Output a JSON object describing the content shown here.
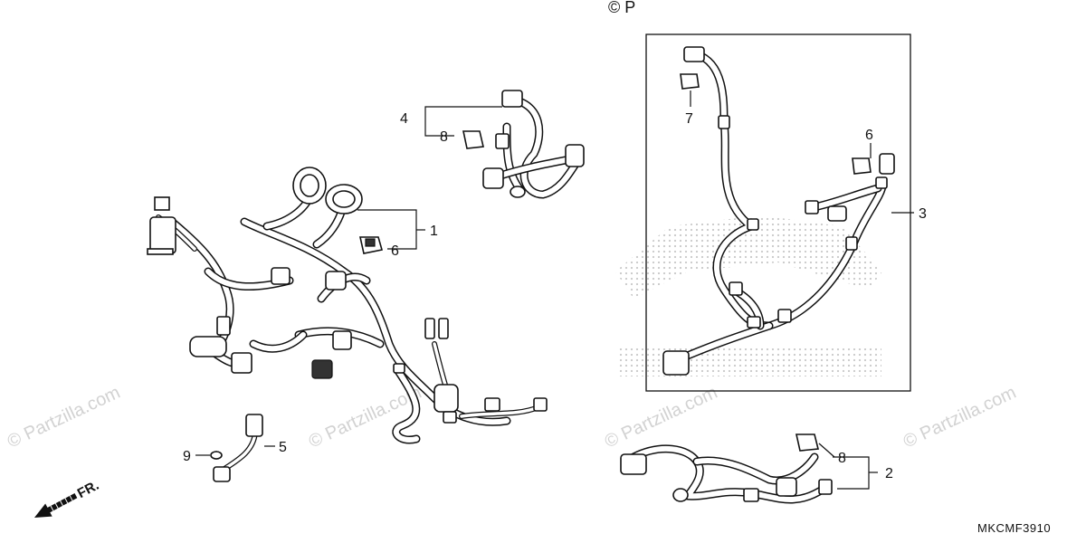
{
  "copyright_top": "© P",
  "watermarks": [
    "© Partzilla.com",
    "© Partzilla.com",
    "© Partzilla.com",
    "© Partzilla.com"
  ],
  "callouts": {
    "c1": "1",
    "c2": "2",
    "c3": "3",
    "c4": "4",
    "c5": "5",
    "c6a": "6",
    "c6b": "6",
    "c7": "7",
    "c8a": "8",
    "c8b": "8",
    "c9": "9"
  },
  "front_marker": "FR.",
  "diagram_code": "MKCMF3910",
  "colors": {
    "line": "#111111",
    "watermark": "#d2d2d2",
    "honda_logo_dots": "#c8c8c8"
  }
}
